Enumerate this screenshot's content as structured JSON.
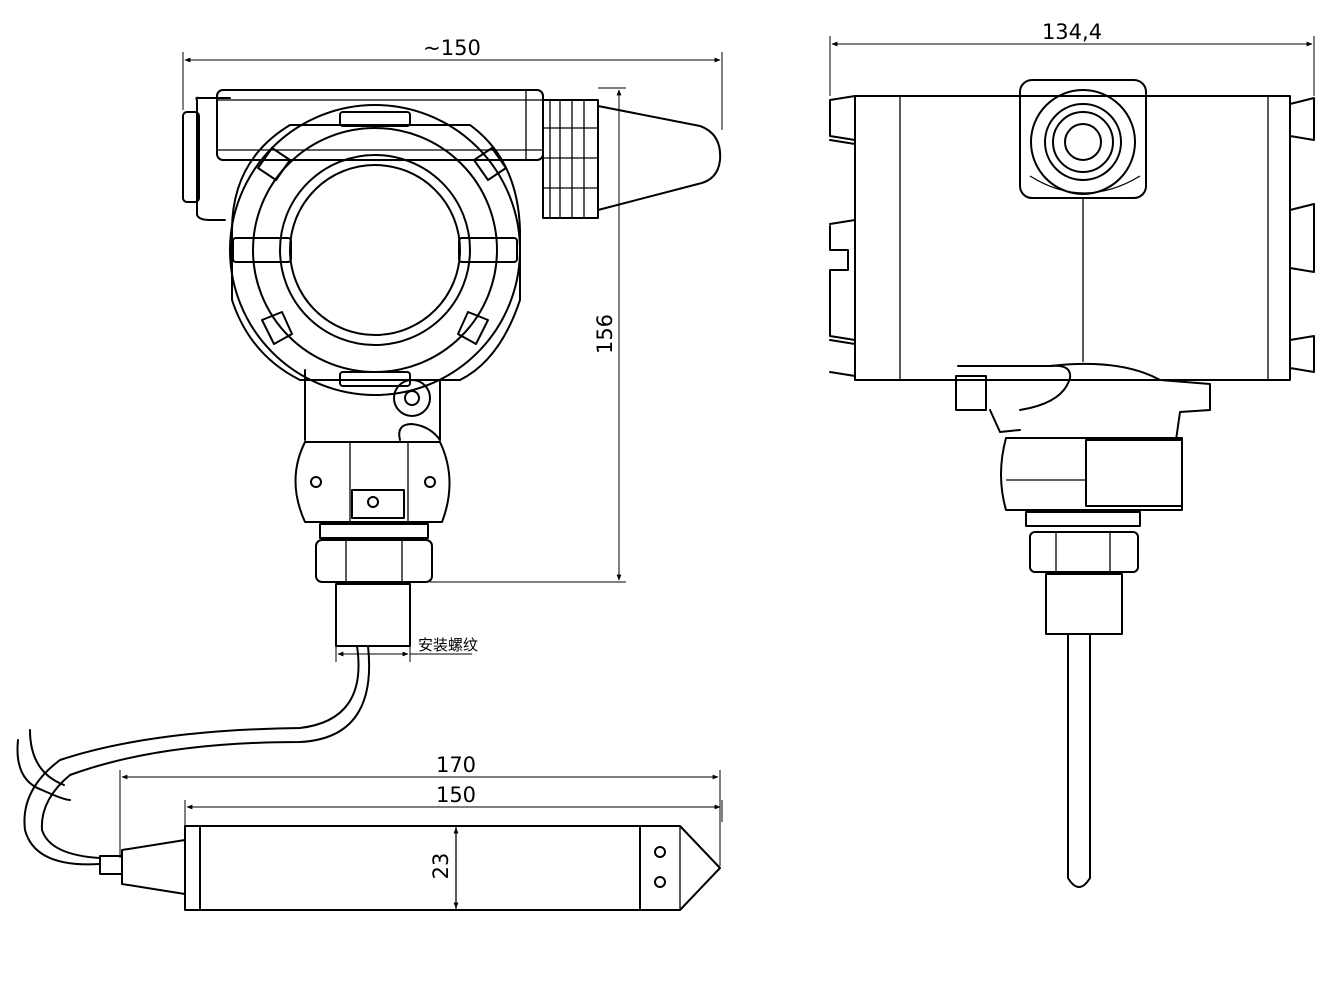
{
  "dimensions": {
    "front_width": "~150",
    "front_height": "156",
    "side_width": "134,4",
    "probe_total_length": "170",
    "probe_body_length": "150",
    "probe_diameter": "23"
  },
  "labels": {
    "thread_note": "安装螺纹"
  },
  "colors": {
    "line": "#000000",
    "background": "#ffffff"
  }
}
